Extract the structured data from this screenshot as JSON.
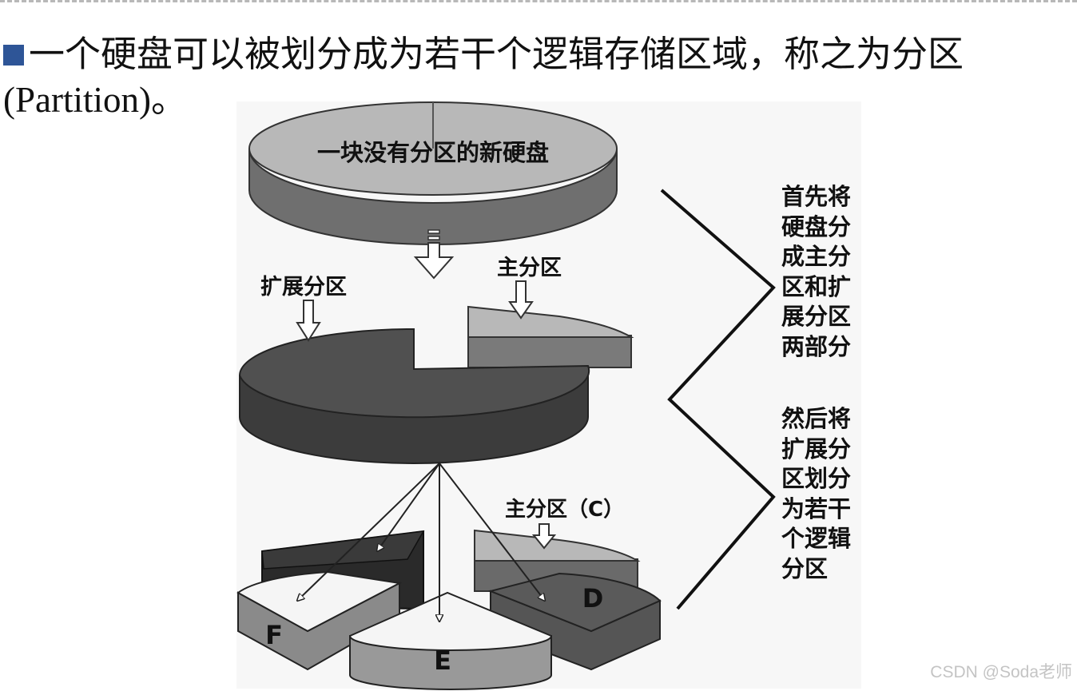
{
  "heading": "一个硬盘可以被划分成为若干个逻辑存储区域，称之为分区(Partition)。",
  "diagram": {
    "disk_label": "一块没有分区的新硬盘",
    "extended_label": "扩展分区",
    "primary_label": "主分区",
    "primary_c_label": "主分区（C）",
    "drive_d": "D",
    "drive_e": "E",
    "drive_f": "F"
  },
  "annotations": {
    "step1": "首先将硬盘分成主分区和扩展分区两部分",
    "step2": "然后将扩展分区划分为若干个逻辑分区"
  },
  "watermark": "CSDN @Soda老师",
  "colors": {
    "bullet": "#2e5597"
  }
}
